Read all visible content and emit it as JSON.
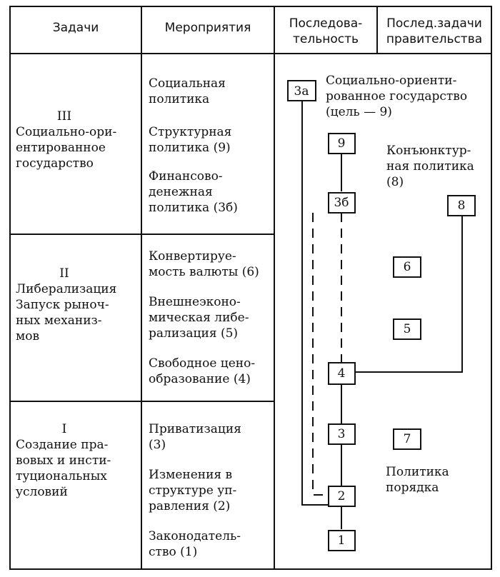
{
  "headers": {
    "tasks": "Задачи",
    "measures": "Мероприятия",
    "sequence": "Последова-\nтельность",
    "government": "Послед.задачи\nправительства"
  },
  "stages": [
    {
      "numeral": "III",
      "name": "Социально-ори-\nентированное\nгосударство"
    },
    {
      "numeral": "II",
      "name": "Либерализация\nЗапуск рыноч-\nных механиз-\nмов"
    },
    {
      "numeral": "I",
      "name": "Создание пра-\nвовых и инсти-\nтуциональных\nусловий"
    }
  ],
  "measures": {
    "stage3": [
      "Социальная\nполитика",
      "Структурная\nполитика (9)",
      "Финансово-\nденежная\nполитика (3б)"
    ],
    "stage2": [
      "Конвертируе-\nмость валюты (6)",
      "Внешнеэконо-\nмическая либе-\nрализация (5)",
      "Свободное цено-\nобразование (4)"
    ],
    "stage1": [
      "Приватизация\n(3)",
      "Изменения в\nструктуре уп-\nравления (2)",
      "Законодатель-\nство (1)"
    ]
  },
  "nodes": [
    "3а",
    "9",
    "3б",
    "8",
    "6",
    "5",
    "4",
    "3",
    "7",
    "2",
    "1"
  ],
  "annotations": {
    "social_state": "Социально-ориенти-\nрованное государство\n(цель — 9)",
    "conjuncture": "Конъюнктур-\nная политика\n(8)",
    "order": "Политика\nпорядка"
  }
}
